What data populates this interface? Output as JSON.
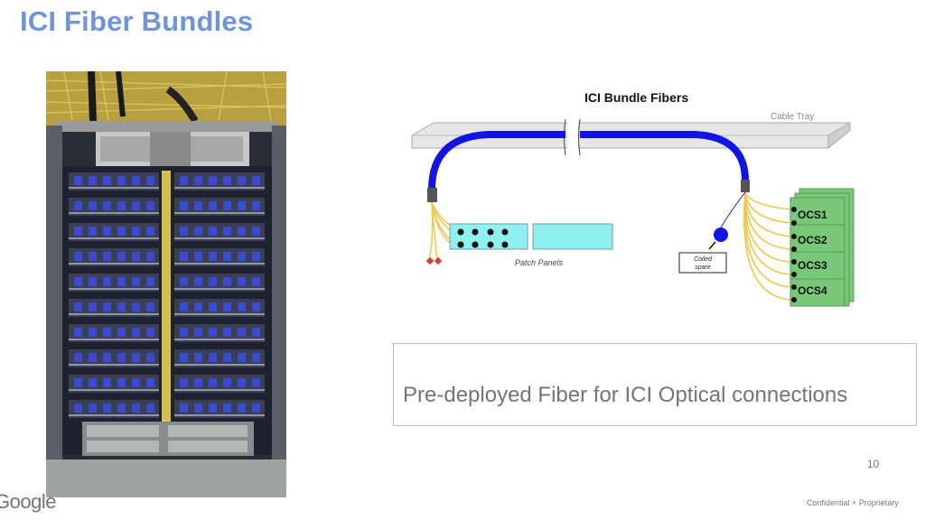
{
  "slide": {
    "title": "ICI Fiber Bundles",
    "page_number": "10",
    "footer": "Confidential + Proprietary",
    "logo": "Google",
    "body_text": "Pre-deployed Fiber for ICI Optical connections"
  },
  "photo": {
    "description": "Rack of servers with yellow fiber bundles and blue cables"
  },
  "diagram": {
    "title": "ICI Bundle Fibers",
    "cable_tray_label": "Cable Tray",
    "patch_panels_label": "Patch Panels",
    "coiled_spare_label_line1": "Coiled",
    "coiled_spare_label_line2": "spare",
    "ocs_labels": [
      "OCS1",
      "OCS2",
      "OCS3",
      "OCS4"
    ],
    "colors": {
      "bundle": "#1414e0",
      "fiber": "#f0c84a",
      "patch_panel": "#8ff0f0",
      "ocs": "#78c878",
      "tray": "#e8e8e8",
      "connector_red": "#d84030"
    }
  }
}
